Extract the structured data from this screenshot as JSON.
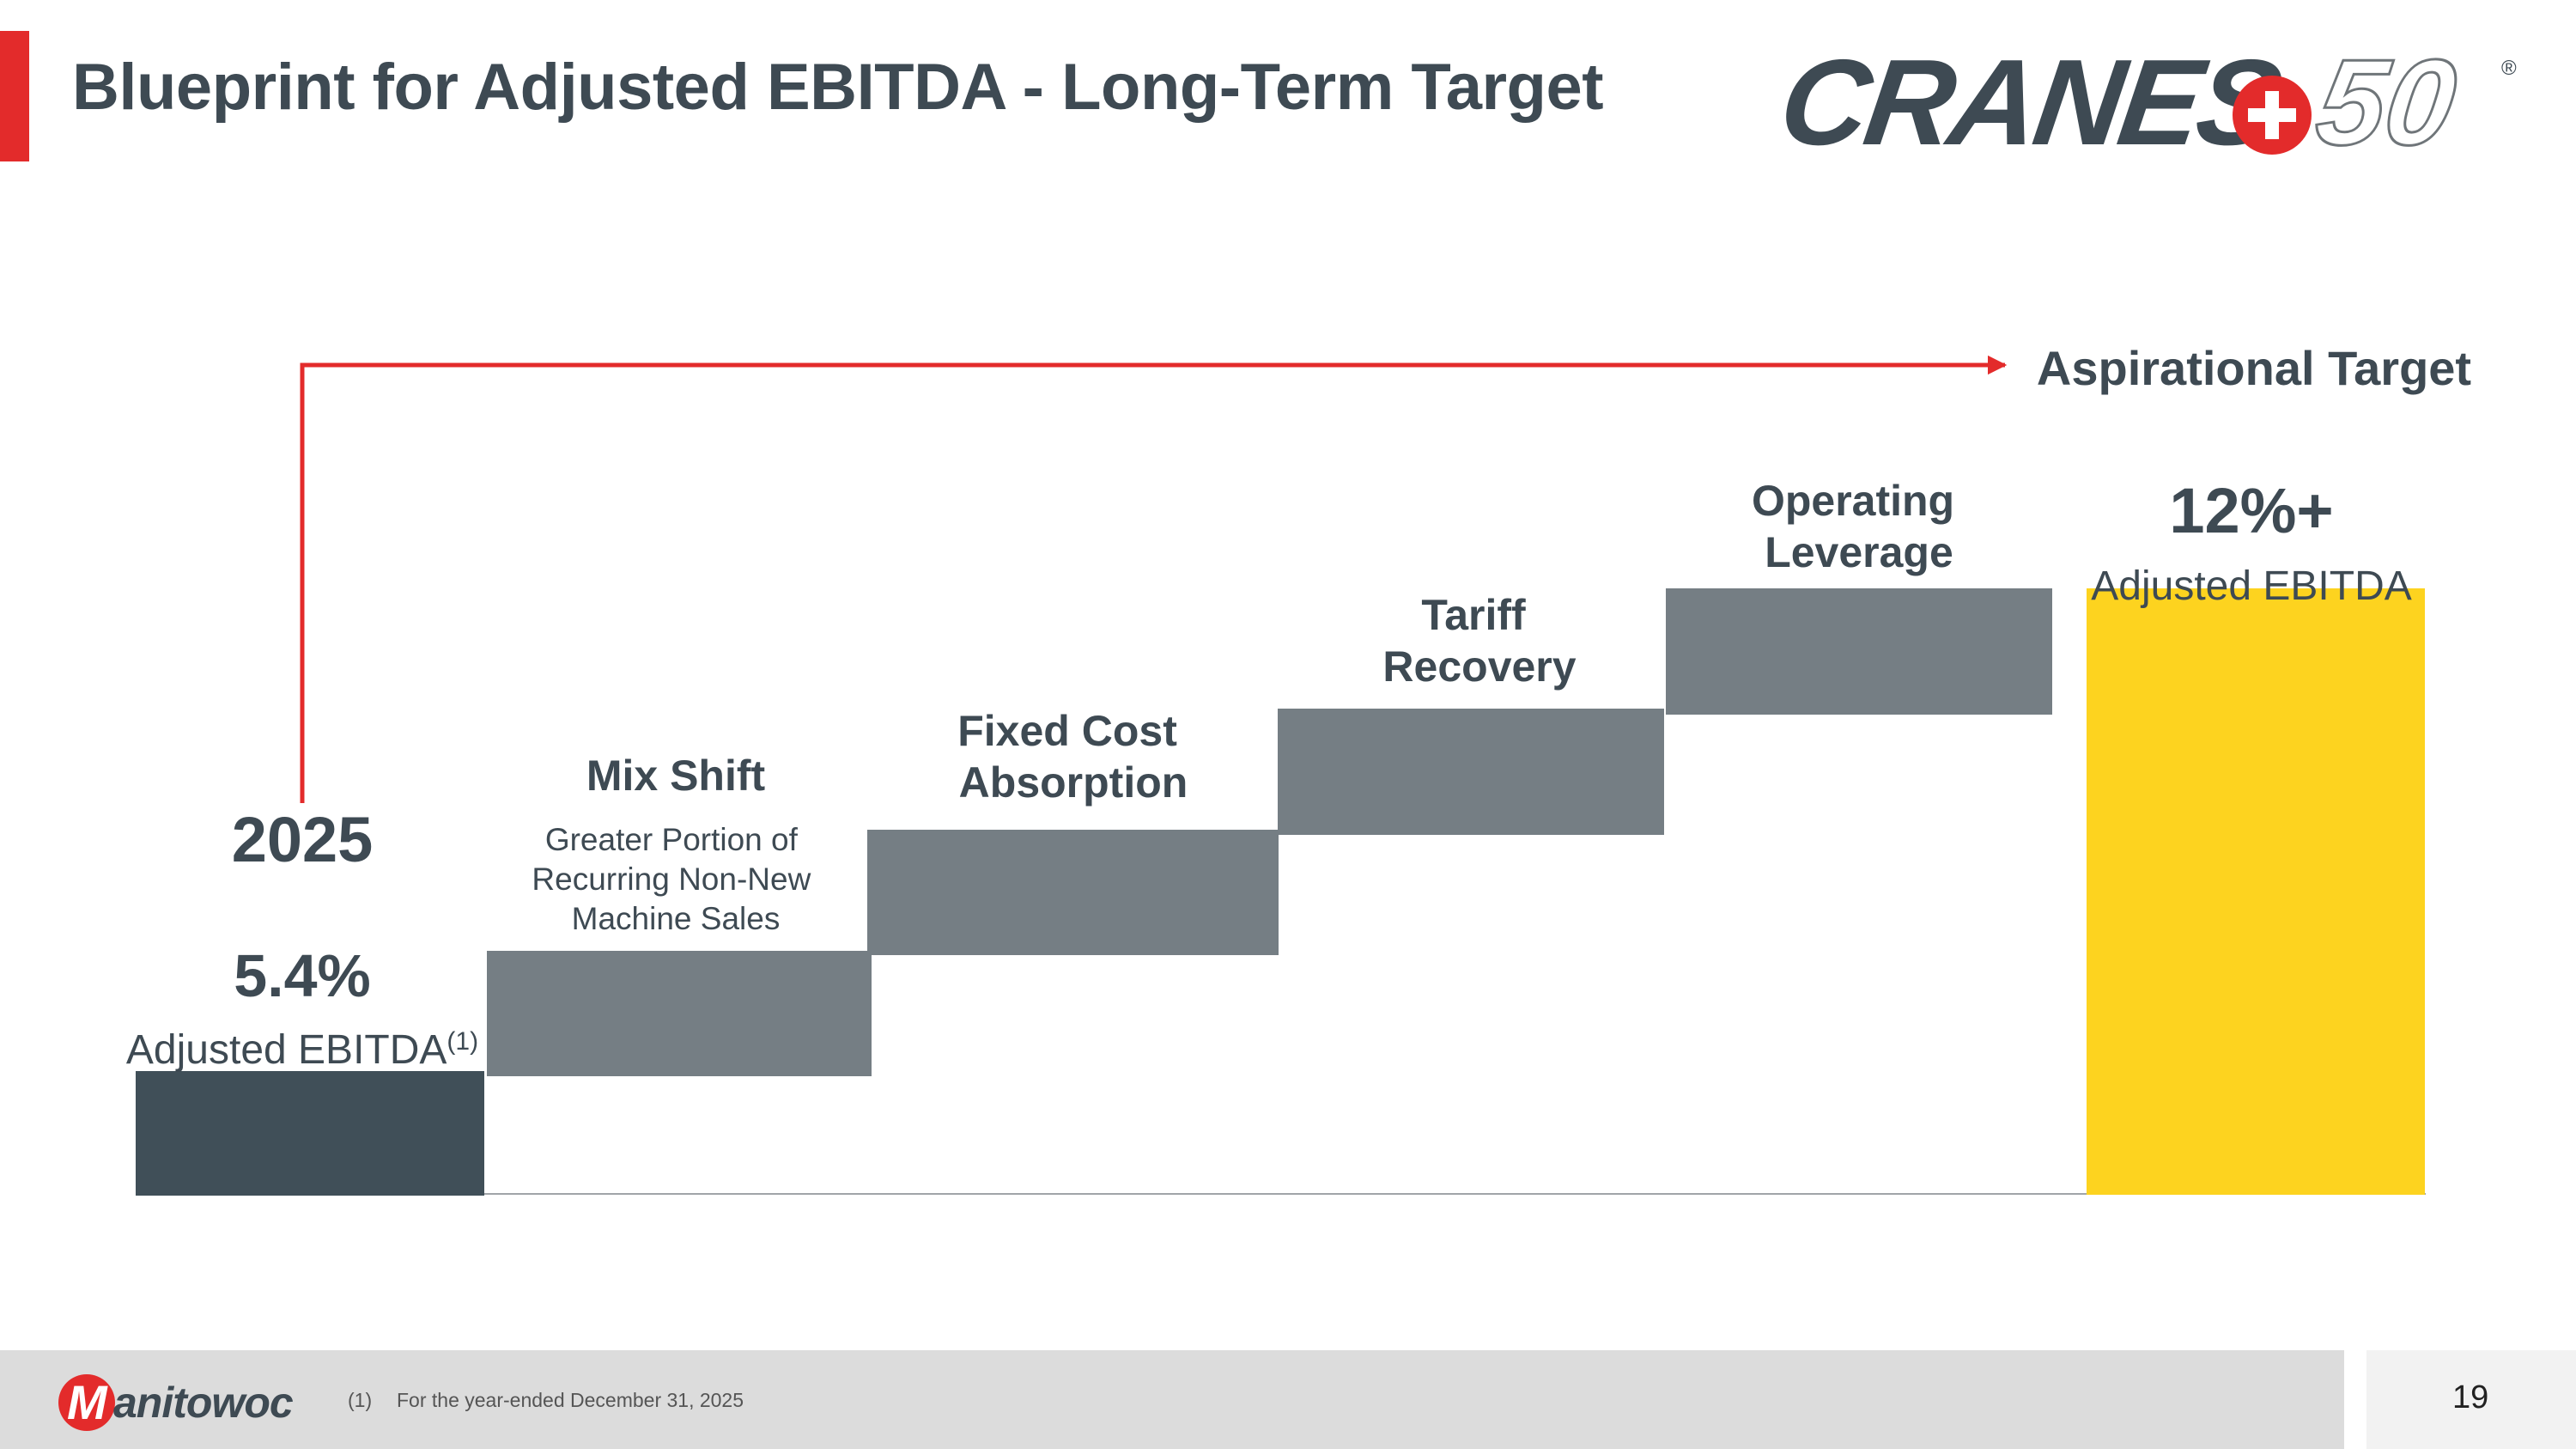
{
  "header": {
    "title": "Blueprint for Adjusted EBITDA - Long-Term Target",
    "logo_text": "CRANES+50",
    "logo_registered": "®"
  },
  "chart_data": {
    "type": "waterfall",
    "title": "",
    "start": {
      "period": "2025",
      "value_label": "5.4%",
      "value": 5.4,
      "label": "Adjusted EBITDA",
      "footnote_ref": "(1)"
    },
    "steps": [
      {
        "label": "Mix Shift",
        "sublabel": "Greater Portion of Recurring Non-New Machine Sales"
      },
      {
        "label": "Fixed Cost Absorption"
      },
      {
        "label": "Tariff Recovery"
      },
      {
        "label": "Operating Leverage"
      }
    ],
    "end": {
      "header": "Aspirational Target",
      "value_label": "12%+",
      "value": 12,
      "label": "Adjusted EBITDA"
    },
    "colors": {
      "start": "#404f58",
      "step": "#757e84",
      "end": "#fdd31f",
      "arrow": "#e32b2b",
      "text": "#3e4a53",
      "axis": "#a0a4a8"
    }
  },
  "footer": {
    "brand": "Manitowoc",
    "brand_initial": "M",
    "brand_rest": "anitowoc",
    "footnote_number": "(1)",
    "footnote_text": "For the year-ended December 31, 2025",
    "page_number": "19"
  }
}
